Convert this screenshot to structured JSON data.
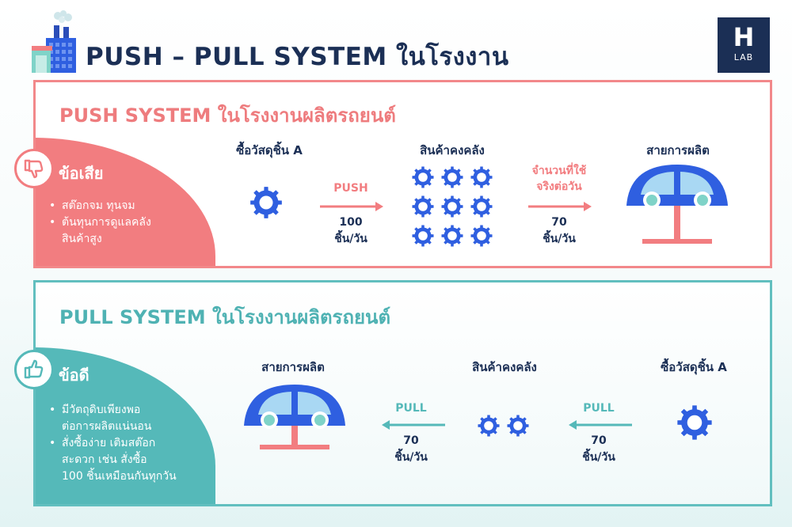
{
  "title": "PUSH – PULL SYSTEM ในโรงงาน",
  "logo": {
    "letter": "H",
    "text": "LAB"
  },
  "colors": {
    "navy": "#1b2f55",
    "coral": "#f27d80",
    "teal": "#55b9b9",
    "gear_blue": "#2f5fe0"
  },
  "push": {
    "title": "PUSH SYSTEM ในโรงงานผลิตรถยนต์",
    "side": {
      "icon": "thumbs-down-icon",
      "heading": "ข้อเสีย",
      "points": [
        "สต๊อกจม ทุนจม",
        "ต้นทุนการดูแลคลัง\nสินค้าสูง"
      ]
    },
    "stage_material": "ซื้อวัสดุชิ้น A",
    "stage_inventory": "สินค้าคงคลัง",
    "stage_line": "สายการผลิต",
    "arrow1": {
      "label": "PUSH",
      "qty": "100",
      "unit": "ชิ้น/วัน"
    },
    "arrow2": {
      "label": "จำนวนที่ใช้\nจริงต่อวัน",
      "qty": "70",
      "unit": "ชิ้น/วัน"
    }
  },
  "pull": {
    "title": "PULL SYSTEM ในโรงงานผลิตรถยนต์",
    "side": {
      "icon": "thumbs-up-icon",
      "heading": "ข้อดี",
      "points": [
        "มีวัตถุดิบเพียงพอ\nต่อการผลิตแน่นอน",
        "สั่งซื้อง่าย เติมสต๊อก\nสะดวก เช่น สั่งซื้อ\n100 ชิ้นเหมือนกันทุกวัน"
      ]
    },
    "stage_line": "สายการผลิต",
    "stage_inventory": "สินค้าคงคลัง",
    "stage_material": "ซื้อวัสดุชิ้น A",
    "arrow1": {
      "label": "PULL",
      "qty": "70",
      "unit": "ชิ้น/วัน"
    },
    "arrow2": {
      "label": "PULL",
      "qty": "70",
      "unit": "ชิ้น/วัน"
    }
  }
}
